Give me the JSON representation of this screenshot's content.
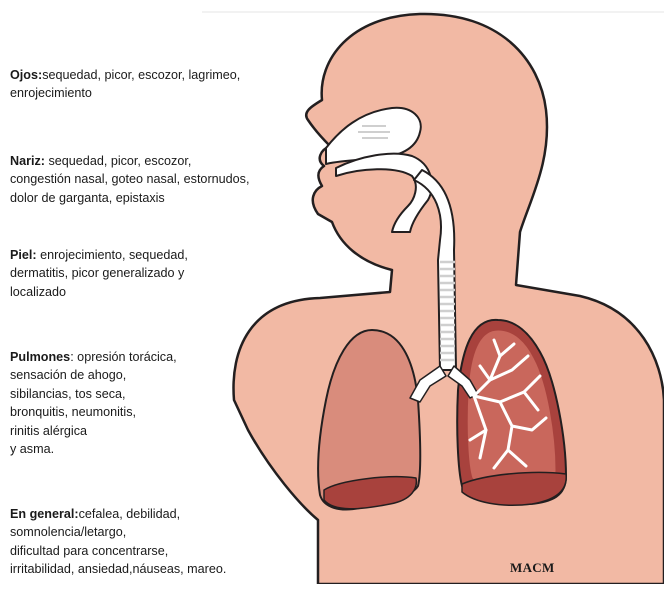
{
  "colors": {
    "skin": "#f2b9a4",
    "skin_outline": "#231f20",
    "airway": "#ffffff",
    "airway_rings": "#cfcfcf",
    "lung_left": "#d98c7c",
    "lung_right": "#c9675c",
    "lung_dark": "#a8423d",
    "bronchi": "#ffffff",
    "text": "#1a1a1a"
  },
  "symptoms": [
    {
      "label": "Ojos:",
      "lines": [
        "sequedad, picor, escozor, lagrimeo,",
        "enrojecimiento"
      ]
    },
    {
      "label": "Nariz:",
      "lines": [
        " sequedad, picor, escozor,",
        "congestión nasal, goteo nasal, estornudos,",
        "dolor de garganta, epistaxis"
      ]
    },
    {
      "label": "Piel:",
      "lines": [
        " enrojecimiento, sequedad,",
        "dermatitis, picor generalizado y",
        "localizado"
      ]
    },
    {
      "label": "Pulmones",
      "lines": [
        ": opresión torácica,",
        "sensación de ahogo,",
        "sibilancias, tos seca,",
        "bronquitis, neumonitis,",
        "rinitis alérgica",
        "y asma."
      ]
    },
    {
      "label": "En general:",
      "lines": [
        "cefalea, debilidad,",
        "somnolencia/letargo,",
        "dificultad para concentrarse,",
        "irritabilidad, ansiedad,náuseas, mareo."
      ]
    }
  ],
  "watermark": "MACM"
}
